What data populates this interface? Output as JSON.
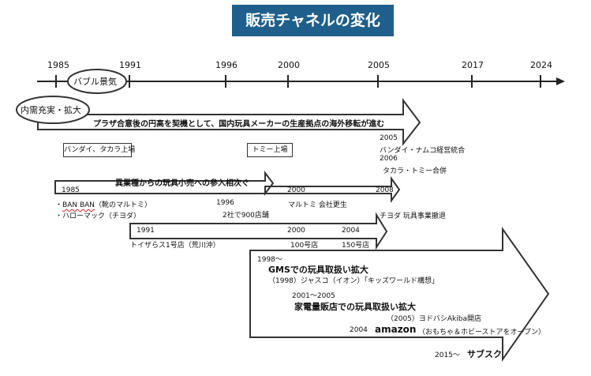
{
  "title": "販売チャネルの変化",
  "timeline": {
    "years": [
      "1985",
      "1991",
      "1996",
      "2000",
      "2005",
      "2017",
      "2024"
    ]
  },
  "bubble_label": "バブル景気",
  "domestic_label": "内需充実・拡大",
  "arrow1": {
    "text": "プラザ合意後の円高を契機として、国内玩具メーカーの生産拠点の海外移転が進む"
  },
  "listings": {
    "bandai_takara": "バンダイ、タカラ上場",
    "tomy": "トミー上場"
  },
  "mergers": {
    "year1": "2005",
    "text1": "バンダイ・ナムコ経営統合",
    "year2": "2006",
    "text2": "タカラ・トミー合併"
  },
  "arrow2": {
    "text": "異業種からの玩具小売への参入相次ぐ",
    "start_year": "1985",
    "mid_year": "2000",
    "end_year": "2008",
    "banban_prefix": "・",
    "banban_name": "BAN BAN",
    "banban_detail": "（靴のマルトミ）",
    "hellomac": "・ハローマック（チヨダ）",
    "y1996": "1996",
    "stores_2co": "2社で900店舗",
    "marutomi": "マルトミ 会社更生",
    "chiyoda": "チヨダ 玩具事業撤退"
  },
  "arrow3": {
    "start_year": "1991",
    "year2000": "2000",
    "year2004": "2004",
    "toysrus": "トイザらス1号店（荒川沖）",
    "stores100": "100号店",
    "stores150": "150号店"
  },
  "arrow4": {
    "y1998": "1998～",
    "gms_title": "GMSでの玩具取扱い拡大",
    "jusco": "（1998）ジャスコ（イオン）「キッズワールド構想」",
    "y2001": "2001～2005",
    "electronics_title": "家電量販店での玩具取扱い拡大",
    "yodobashi": "（2005）ヨドバシAkiba開店",
    "y2004": "2004",
    "amazon": "amazon",
    "amazon_detail": "（おもちゃ＆ホビーストアをオープン）",
    "y2015": "2015～",
    "subscription": "サブスク"
  }
}
